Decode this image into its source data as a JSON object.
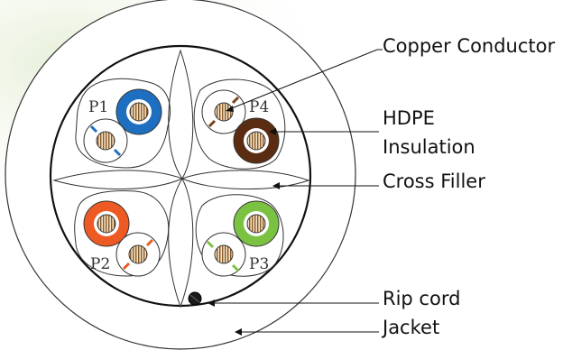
{
  "labels": {
    "copper_conductor": "Copper Conductor",
    "hdpe": "HDPE",
    "insulation": "Insulation",
    "cross_filler": "Cross Filler",
    "rip_cord": "Rip cord",
    "jacket": "Jacket"
  },
  "pairs": [
    {
      "label": "P1",
      "solid_color": "#1e6fc0",
      "stripe_color": "#1e6fc0"
    },
    {
      "label": "P4",
      "solid_color": "#5a2d12",
      "stripe_color": "#7a3f18"
    },
    {
      "label": "P2",
      "solid_color": "#ee5a24",
      "stripe_color": "#ee5a24"
    },
    {
      "label": "P3",
      "solid_color": "#7cc242",
      "stripe_color": "#7cc242"
    }
  ],
  "colors": {
    "outline": "#333333",
    "copper": "#b07a3a",
    "rip_cord": "#1a1a1a"
  }
}
